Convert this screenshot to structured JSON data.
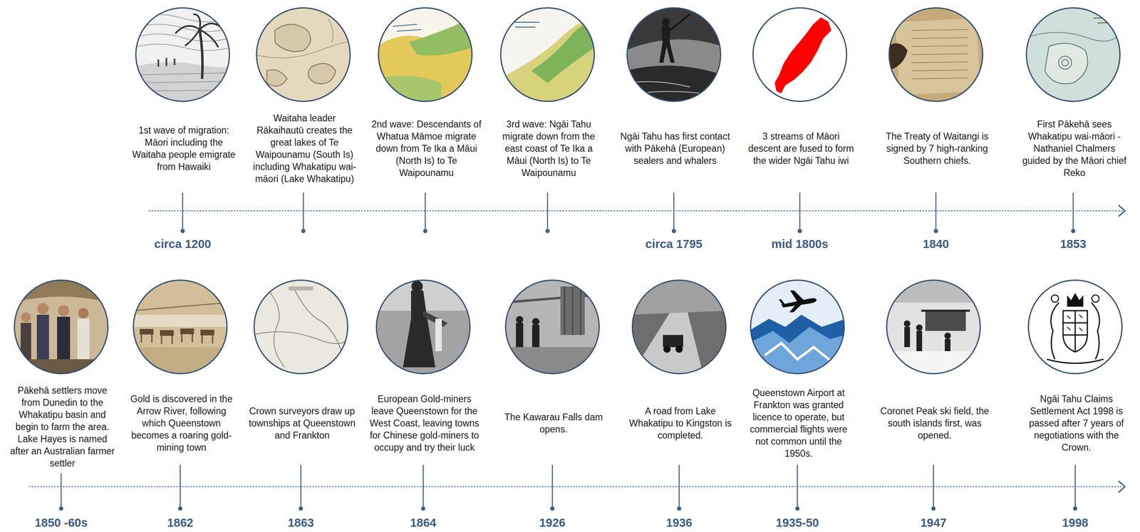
{
  "diagram": {
    "nodes": [
      {
        "text": [
          "1st wave of migration: Māori including the Waitaha people emigrate from Hawaiki"
        ]
      },
      {
        "text": [
          "Waitaha leader Rākaihautū creates the great lakes of Te Waipounamu (South Is) including Whakatipu wai-māori (Lake Whakatipu)"
        ]
      },
      {
        "text": [
          "2nd wave: Descendants of Whatua Māmoe migrate down from Te Ika a Māui (North Is) to Te Waipounamu"
        ]
      },
      {
        "text": [
          "3rd wave: Ngāi Tahu migrate down from the east coast of Te Ika a Māui (North Is) to Te Waipounamu"
        ]
      },
      {
        "text": [
          "Ngāi Tahu has first contact with Pākehā (European) sealers and whalers"
        ]
      },
      {
        "text": [
          "3 streams of Māori descent are fused to form the wider Ngāi Tahu iwi"
        ]
      },
      {
        "text": [
          "The Treaty of Waitangi is signed by 7 high-ranking Southern chiefs."
        ]
      },
      {
        "text": [
          "First Pākehā sees Whakatipu wai-māori - Nathaniel Chalmers guided by the Māori chief Reko"
        ]
      },
      {
        "text": [
          "Pākehā settlers move from Dunedin to the Whakatipu basin and begin to farm the area. Lake Hayes is named after an Australian farmer settler"
        ]
      },
      {
        "text": [
          "Gold is discovered in the Arrow River, following which Queenstown becomes a roaring gold-mining town"
        ]
      },
      {
        "text": [
          "Crown surveyors draw up townships at Queenstown and Frankton"
        ]
      },
      {
        "text": [
          "European Gold-miners leave Queenstown for the West Coast, leaving towns for Chinese gold-miners to occupy and try their luck"
        ]
      },
      {
        "text": [
          "The Kawarau Falls dam opens."
        ]
      },
      {
        "text": [
          "A road from Lake Whakatipu to Kingston is completed."
        ]
      },
      {
        "text": [
          "Queenstown Airport at Frankton was granted licence to operate, but commercial flights were not common until the 1950s."
        ]
      },
      {
        "text": [
          "Coronet Peak ski field, the south islands first, was opened."
        ]
      },
      {
        "text": [
          "Ngāi Tahu Claims Settlement Act 1998 is passed after 7 years of negotiations with the Crown."
        ]
      }
    ],
    "labels": [
      "circa 1200",
      "circa 1795",
      "mid 1800s",
      "1840",
      "1853",
      "1850 -60s",
      "1862",
      "1863",
      "1864",
      "1926",
      "1936",
      "1935-50",
      "1947",
      "1998"
    ]
  }
}
